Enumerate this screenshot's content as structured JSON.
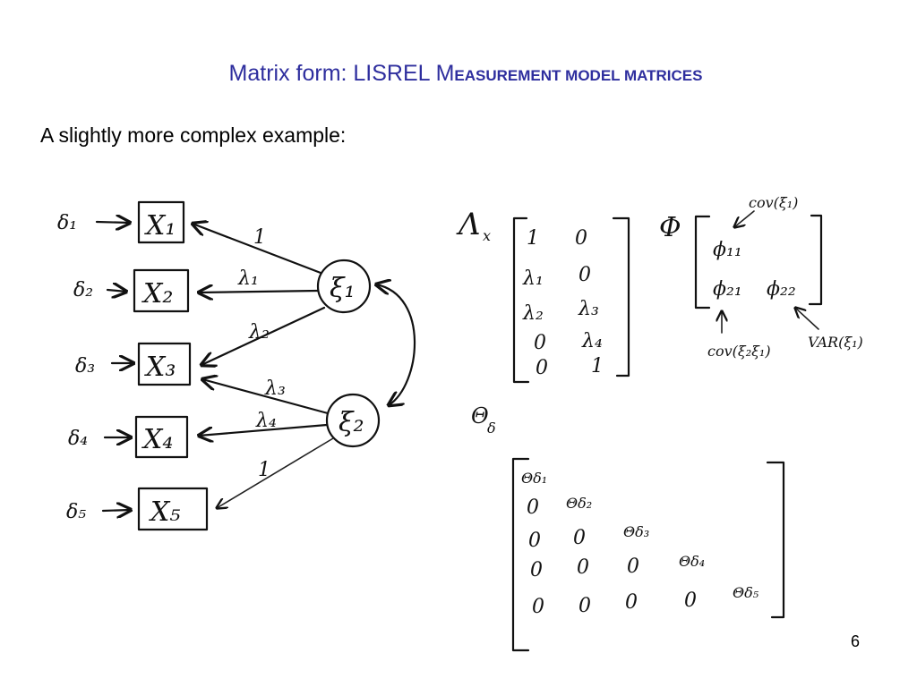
{
  "slide": {
    "title_main": "Matrix form: LISREL M",
    "title_smallcaps": "EASUREMENT MODEL MATRICES",
    "subtitle": "A slightly more complex example:",
    "page_number": "6"
  },
  "path_diagram": {
    "indicators": [
      {
        "error": "δ₁",
        "box": "X₁"
      },
      {
        "error": "δ₂",
        "box": "X₂"
      },
      {
        "error": "δ₃",
        "box": "X₃"
      },
      {
        "error": "δ₄",
        "box": "X₄"
      },
      {
        "error": "δ₅",
        "box": "X₅"
      }
    ],
    "factors": [
      "ξ₁",
      "ξ₂"
    ],
    "loadings": [
      "1",
      "λ₁",
      "λ₂",
      "λ₃",
      "λ₄",
      "1"
    ]
  },
  "lambda_x": {
    "symbol": "Λ",
    "subscript": "x",
    "rows": [
      [
        "1",
        "0"
      ],
      [
        "λ₁",
        "0"
      ],
      [
        "λ₂",
        "λ₃"
      ],
      [
        "0",
        "λ₄"
      ],
      [
        "0",
        "1"
      ]
    ]
  },
  "phi": {
    "symbol": "Φ",
    "rows": [
      [
        "ϕ₁₁",
        ""
      ],
      [
        "ϕ₂₁",
        "ϕ₂₂"
      ]
    ],
    "annotations": {
      "top": "cov(ξ₁)",
      "bottom_left": "cov(ξ₂ξ₁)",
      "bottom_right": "VAR(ξ₁)"
    }
  },
  "theta_delta": {
    "symbol": "Θ",
    "subscript": "δ",
    "rows": [
      [
        "Θδ₁"
      ],
      [
        "0",
        "Θδ₂"
      ],
      [
        "0",
        "0",
        "Θδ₃"
      ],
      [
        "0",
        "0",
        "0",
        "Θδ₄"
      ],
      [
        "0",
        "0",
        "0",
        "0",
        "Θδ₅"
      ]
    ]
  }
}
